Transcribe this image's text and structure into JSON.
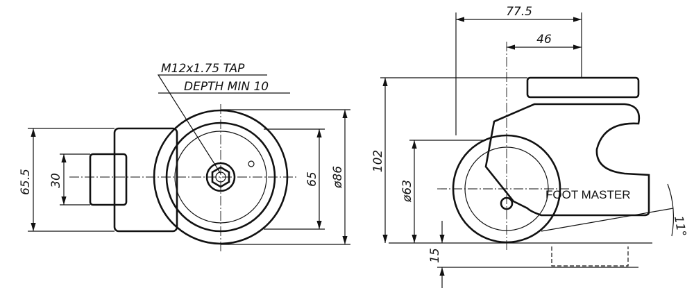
{
  "drawing": {
    "top_view": {
      "callout_tap": "M12x1.75 TAP",
      "callout_depth": "DEPTH MIN 10",
      "dim_plate_height": "65.5",
      "dim_stem": "30",
      "dim_inner": "65",
      "dim_wheel_dia": "ø86"
    },
    "side_view": {
      "dim_overall_width": "77.5",
      "dim_offset": "46",
      "dim_height": "102",
      "dim_wheel_dia": "ø63",
      "dim_clearance": "15",
      "dim_angle": "11°",
      "brand_label": "FOOT MASTER"
    }
  }
}
